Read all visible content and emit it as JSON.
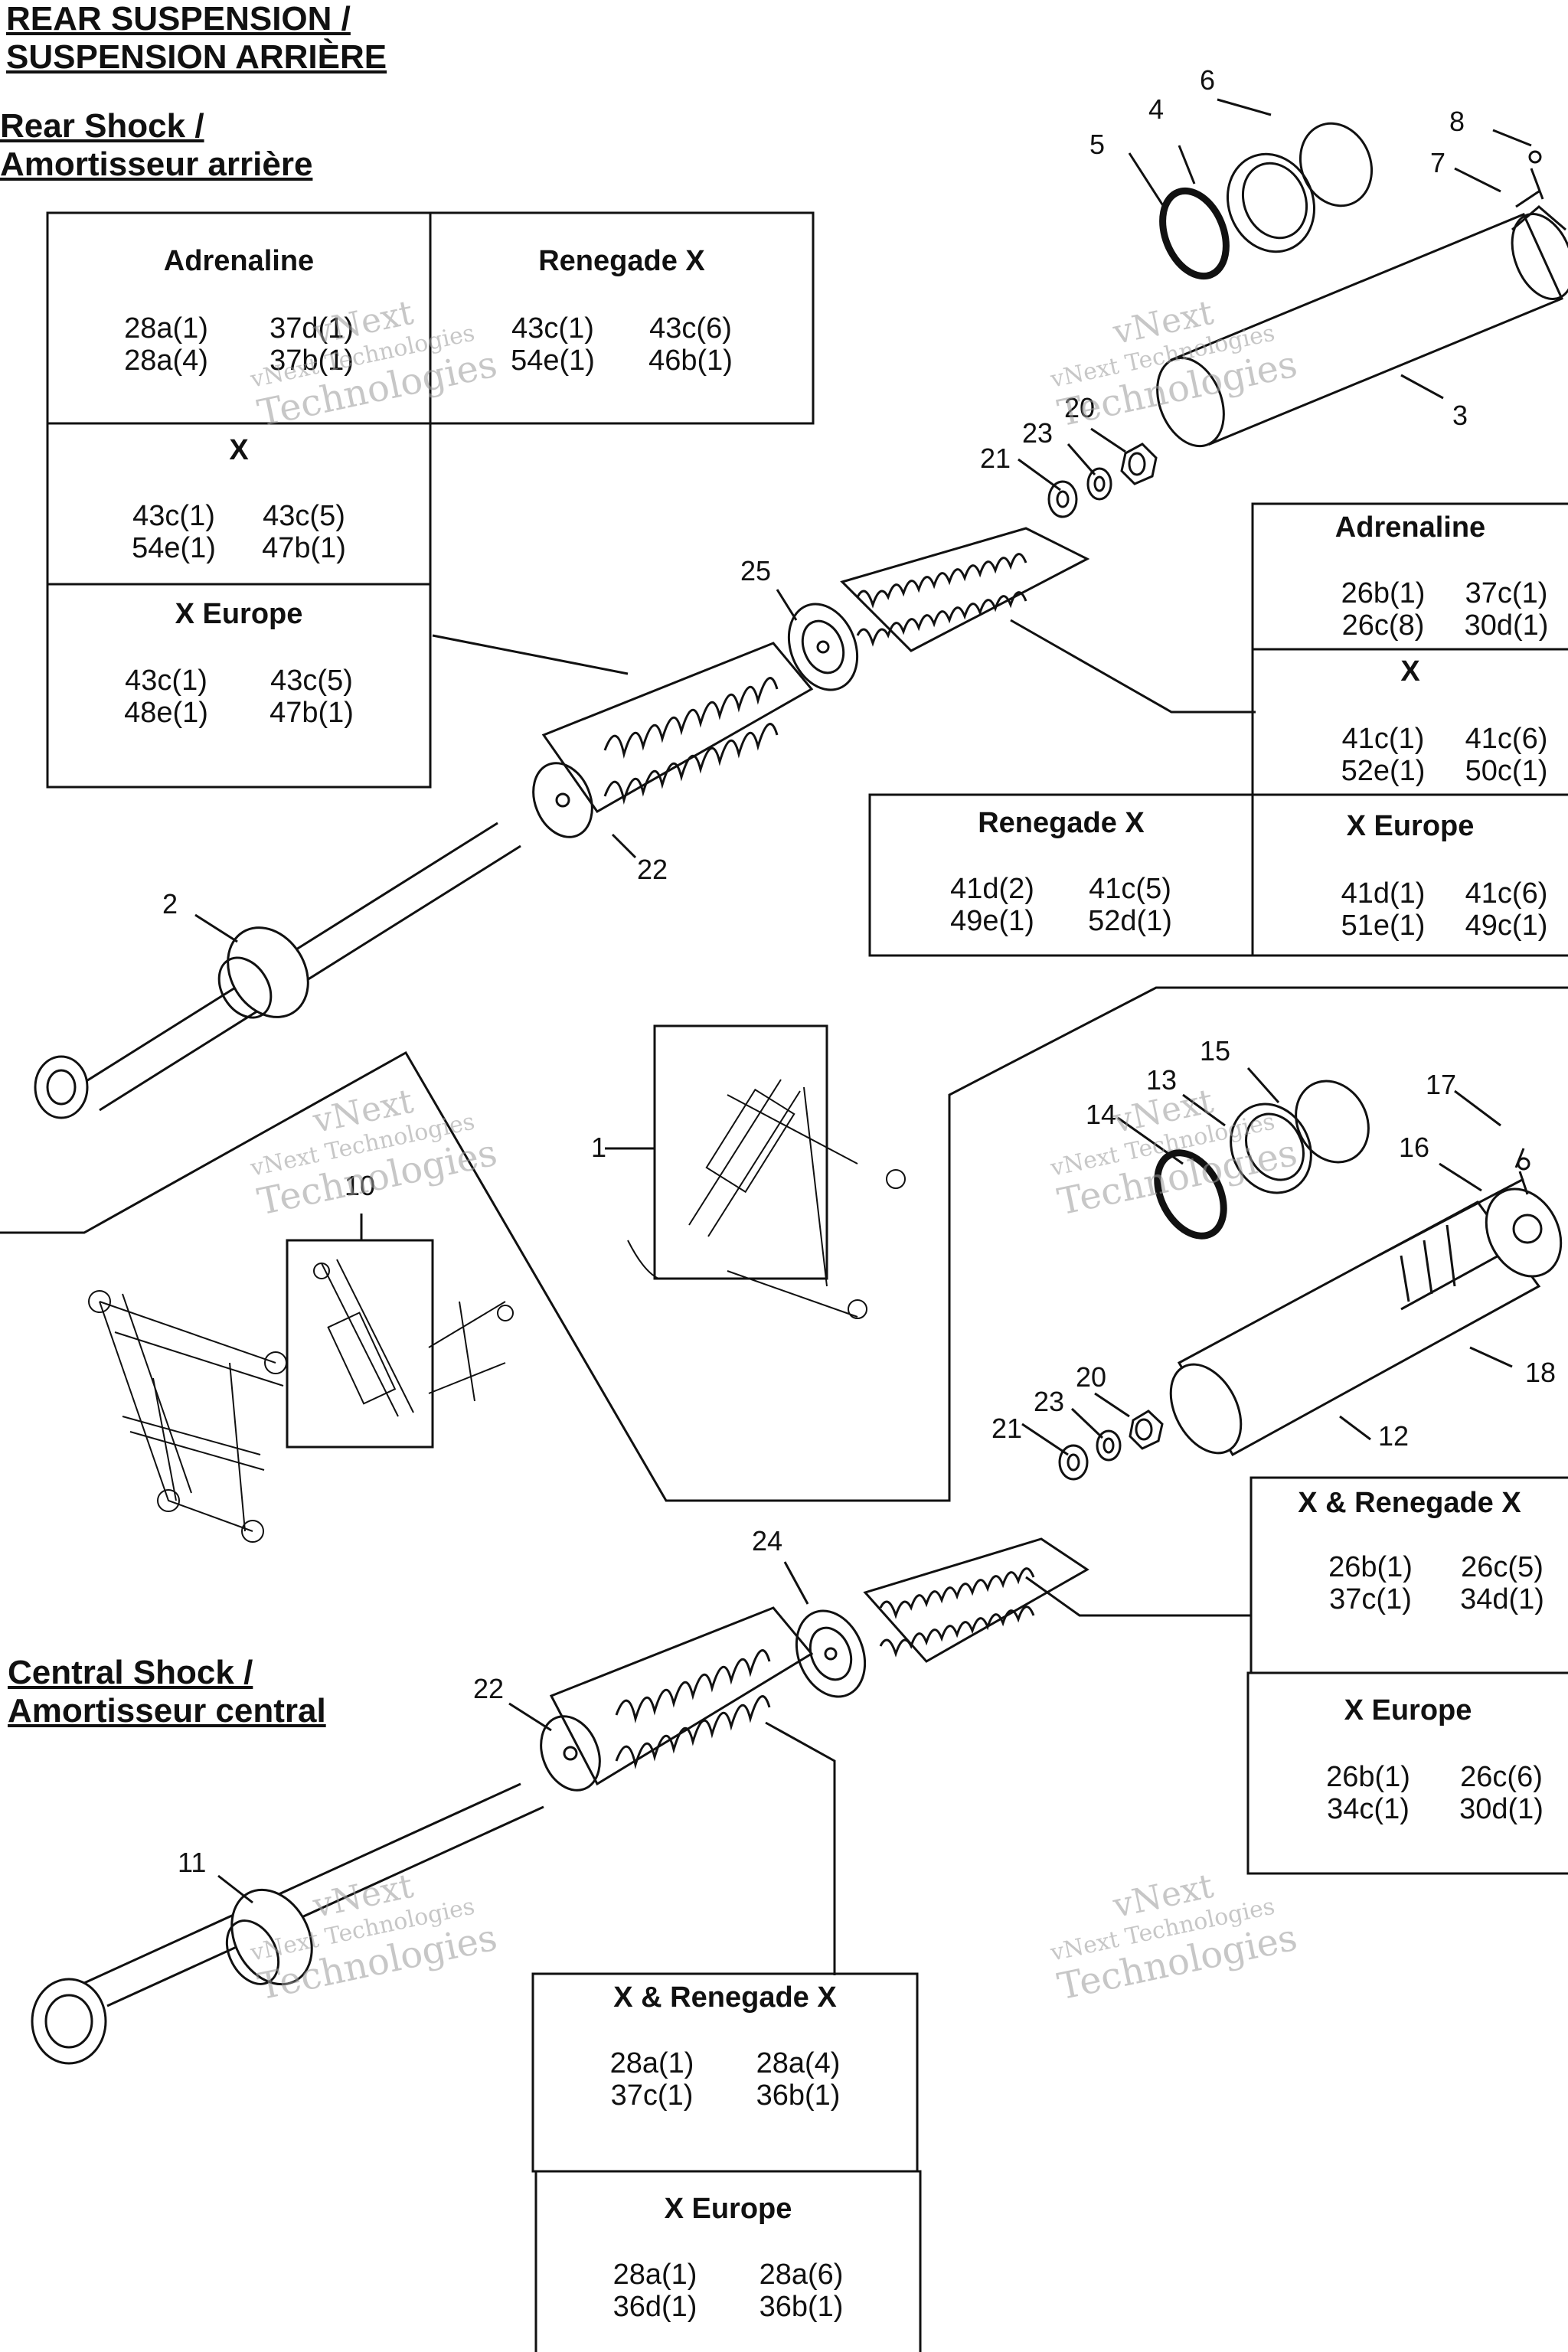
{
  "page": {
    "title_line1": "REAR SUSPENSION /",
    "title_line2": "SUSPENSION ARRIÈRE"
  },
  "sections": {
    "rear_line1": "Rear Shock /",
    "rear_line2": "Amortisseur arrière",
    "central_line1": "Central Shock /",
    "central_line2": "Amortisseur central"
  },
  "boxes": {
    "rs_adrenaline": {
      "heading": "Adrenaline",
      "codes": [
        "28a(1)",
        "37d(1)",
        "28a(4)",
        "37b(1)"
      ]
    },
    "rs_renegade_x": {
      "heading": "Renegade X",
      "codes": [
        "43c(1)",
        "43c(6)",
        "54e(1)",
        "46b(1)"
      ]
    },
    "rs_x": {
      "heading": "X",
      "codes": [
        "43c(1)",
        "43c(5)",
        "54e(1)",
        "47b(1)"
      ]
    },
    "rs_x_europe": {
      "heading": "X Europe",
      "codes": [
        "43c(1)",
        "43c(5)",
        "48e(1)",
        "47b(1)"
      ]
    },
    "rs2_adrenaline": {
      "heading": "Adrenaline",
      "codes": [
        "26b(1)",
        "37c(1)",
        "26c(8)",
        "30d(1)"
      ]
    },
    "rs2_x": {
      "heading": "X",
      "codes": [
        "41c(1)",
        "41c(6)",
        "52e(1)",
        "50c(1)"
      ]
    },
    "rs2_renegade_x": {
      "heading": "Renegade X",
      "codes": [
        "41d(2)",
        "41c(5)",
        "49e(1)",
        "52d(1)"
      ]
    },
    "rs2_x_europe": {
      "heading": "X Europe",
      "codes": [
        "41d(1)",
        "41c(6)",
        "51e(1)",
        "49c(1)"
      ]
    },
    "cs_x_renegade": {
      "heading": "X & Renegade X",
      "codes": [
        "26b(1)",
        "26c(5)",
        "37c(1)",
        "34d(1)"
      ]
    },
    "cs_x_europe": {
      "heading": "X Europe",
      "codes": [
        "26b(1)",
        "26c(6)",
        "34c(1)",
        "30d(1)"
      ]
    },
    "cs2_x_renegade": {
      "heading": "X & Renegade X",
      "codes": [
        "28a(1)",
        "28a(4)",
        "37c(1)",
        "36b(1)"
      ]
    },
    "cs2_x_europe": {
      "heading": "X Europe",
      "codes": [
        "28a(1)",
        "28a(6)",
        "36d(1)",
        "36b(1)"
      ]
    }
  },
  "callouts": {
    "n1": "1",
    "n2": "2",
    "n3": "3",
    "n4": "4",
    "n5": "5",
    "n6": "6",
    "n7": "7",
    "n8": "8",
    "n10": "10",
    "n11": "11",
    "n12": "12",
    "n13": "13",
    "n14": "14",
    "n15": "15",
    "n16": "16",
    "n17": "17",
    "n18": "18",
    "n20a": "20",
    "n20b": "20",
    "n21a": "21",
    "n21b": "21",
    "n22a": "22",
    "n22b": "22",
    "n23a": "23",
    "n23b": "23",
    "n24": "24",
    "n25": "25"
  },
  "watermark": {
    "line1": "vNext",
    "line2": "vNext Technologies",
    "line3": "Technologies"
  }
}
